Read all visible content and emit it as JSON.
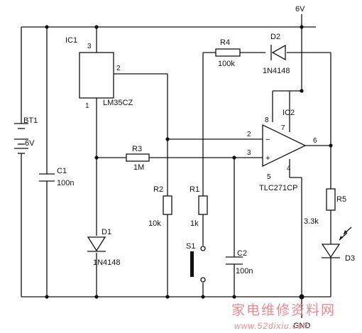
{
  "supply": {
    "voltage": "6V",
    "ground": "GND"
  },
  "battery": {
    "ref": "BT1",
    "value": "6V"
  },
  "ic1": {
    "ref": "IC1",
    "part": "LM35CZ",
    "pin1": "1",
    "pin2": "2",
    "pin3": "3"
  },
  "ic2": {
    "ref": "IC2",
    "part": "TLC271CP",
    "pin2": "2",
    "pin3": "3",
    "pin4": "4",
    "pin5": "5",
    "pin6": "6",
    "pin7": "7",
    "pin8": "8",
    "minus": "−",
    "plus": "+"
  },
  "r1": {
    "ref": "R1",
    "value": "1k"
  },
  "r2": {
    "ref": "R2",
    "value": "10k"
  },
  "r3": {
    "ref": "R3",
    "value": "1M"
  },
  "r4": {
    "ref": "R4",
    "value": "100k"
  },
  "r5": {
    "ref": "R5",
    "value": "3.3k"
  },
  "c1": {
    "ref": "C1",
    "value": "100n"
  },
  "c2": {
    "ref": "C2",
    "value": "100n"
  },
  "d1": {
    "ref": "D1",
    "value": "1N4148"
  },
  "d2": {
    "ref": "D2",
    "value": "1N4148"
  },
  "d3": {
    "ref": "D3"
  },
  "s1": {
    "ref": "S1"
  },
  "watermark": {
    "line1": "家电维修资料网",
    "line2": "www.52dixiu.com"
  }
}
